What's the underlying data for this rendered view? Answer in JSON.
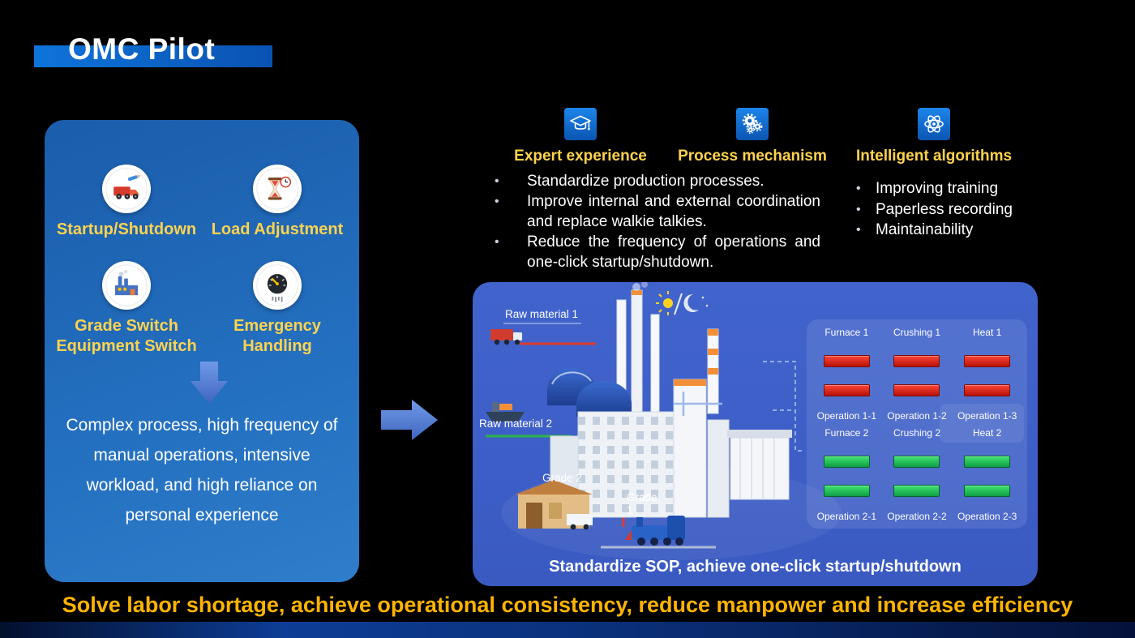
{
  "title": "OMC Pilot",
  "colors": {
    "accent_blue": "#0d6bd2",
    "left_panel_blue": "#1f66b2",
    "diagram_panel_blue": "#3f60c8",
    "highlight_yellow": "#ffd34d",
    "footer_gold": "#ffb400",
    "status_red": "#d92015",
    "status_green": "#1fc95b"
  },
  "left_panel": {
    "items": [
      {
        "icon": "dump-truck-icon",
        "label": "Startup/Shutdown"
      },
      {
        "icon": "hourglass-clock-icon",
        "label": "Load Adjustment"
      },
      {
        "icon": "factory-icon",
        "label": "Grade Switch Equipment Switch"
      },
      {
        "icon": "gauge-icon",
        "label": "Emergency Handling"
      }
    ],
    "description": "Complex process, high frequency of manual operations, intensive workload, and high reliance on personal experience"
  },
  "pillars": [
    {
      "icon": "graduation-cap-icon",
      "label": "Expert experience"
    },
    {
      "icon": "gears-icon",
      "label": "Process mechanism"
    },
    {
      "icon": "atom-icon",
      "label": "Intelligent algorithms"
    }
  ],
  "process_bullets": [
    "Standardize production processes.",
    "Improve internal and external coordination and replace walkie talkies.",
    "Reduce the frequency of operations and one-click startup/shutdown."
  ],
  "algorithm_bullets": [
    "Improving training",
    "Paperless recording",
    "Maintainability"
  ],
  "diagram": {
    "labels": {
      "raw_material_1": "Raw material 1",
      "raw_material_2": "Raw material 2",
      "grade_2": "Grade 2",
      "grade_1": "Grade 1"
    },
    "sop": {
      "groups": [
        {
          "status": "red",
          "stages": [
            "Furnace 1",
            "Crushing 1",
            "Heat 1"
          ],
          "operations": [
            "Operation 1-1",
            "Operation 1-2",
            "Operation 1-3"
          ]
        },
        {
          "status": "green",
          "stages": [
            "Furnace 2",
            "Crushing 2",
            "Heat 2"
          ],
          "operations": [
            "Operation 2-1",
            "Operation 2-2",
            "Operation 2-3"
          ]
        }
      ]
    },
    "caption": "Standardize SOP, achieve one-click startup/shutdown"
  },
  "footer": "Solve labor shortage, achieve operational consistency, reduce manpower and increase efficiency"
}
